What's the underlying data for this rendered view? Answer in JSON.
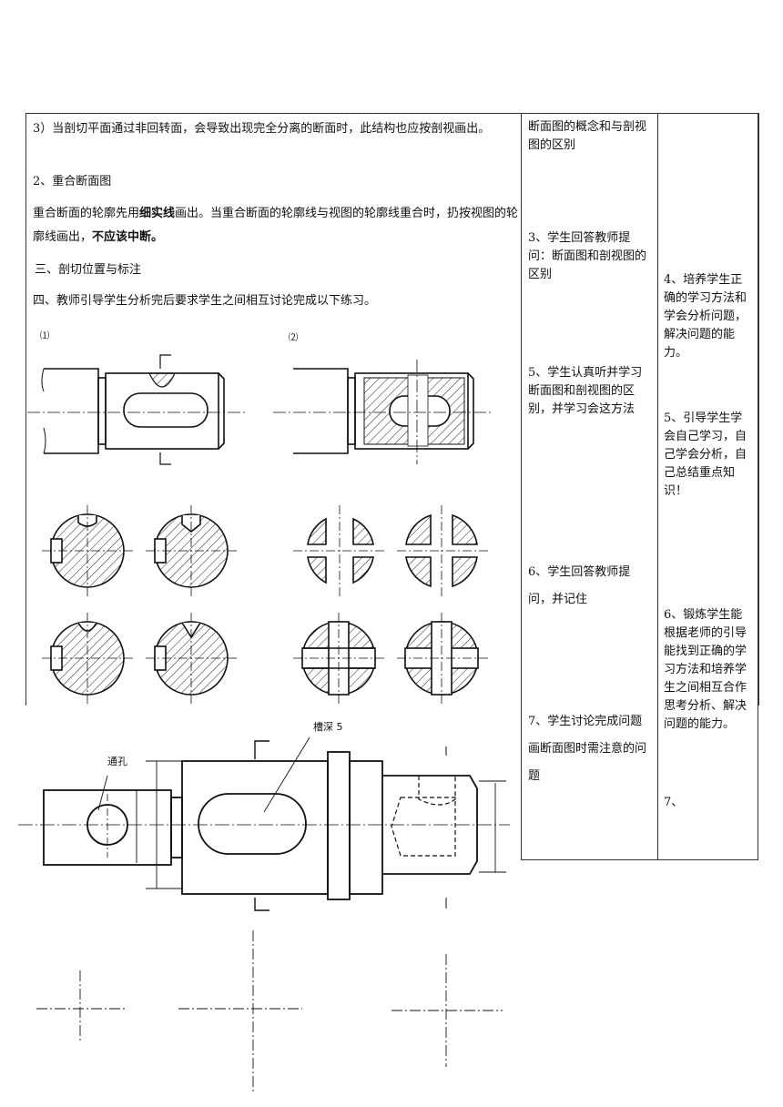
{
  "left": {
    "p1": "3）当剖切平面通过非回转面，会导致出现完全分离的断面时，此结构也应按剖视画出。",
    "h2": "2、重合断面图",
    "p2a": "重合断面的轮廓先用",
    "p2b": "细实线",
    "p2c": "画出。当重合断面的轮廓线与视图的轮廓线重合时，扔按视图的轮廓线画出，",
    "p2d": "不应该中断。",
    "h3": "三、剖切位置与标注",
    "h4": "四、教师引导学生分析完后要求学生之间相互讨论完成以下练习。",
    "fig1": "⑴",
    "fig2": "⑵"
  },
  "middle": {
    "m1": "断面图的概念和与剖视图的区别",
    "m3": "3、学生回答教师提问：断面图和剖视图的区别",
    "m5": "5、学生认真听并学习断面图和剖视图的区别，并学习会这方法",
    "m6": "6、学生回答教师提问，并记住",
    "m7": "7、学生讨论完成问题画断面图时需注意的问题"
  },
  "right": {
    "r4": "4、培养学生正确的学习方法和学会分析问题，解决问题的能力。",
    "r5": "5、引导学生学会自己学习，自己学会分析，自己总结重点知识！",
    "r6": "6、锻炼学生能根据老师的引导能找到正确的学习方法和培养学生之间相互合作思考分析、解决问题的能力。",
    "r7": "7、"
  },
  "drawing": {
    "label_slot": "槽深 5",
    "label_hole": "通孔"
  }
}
